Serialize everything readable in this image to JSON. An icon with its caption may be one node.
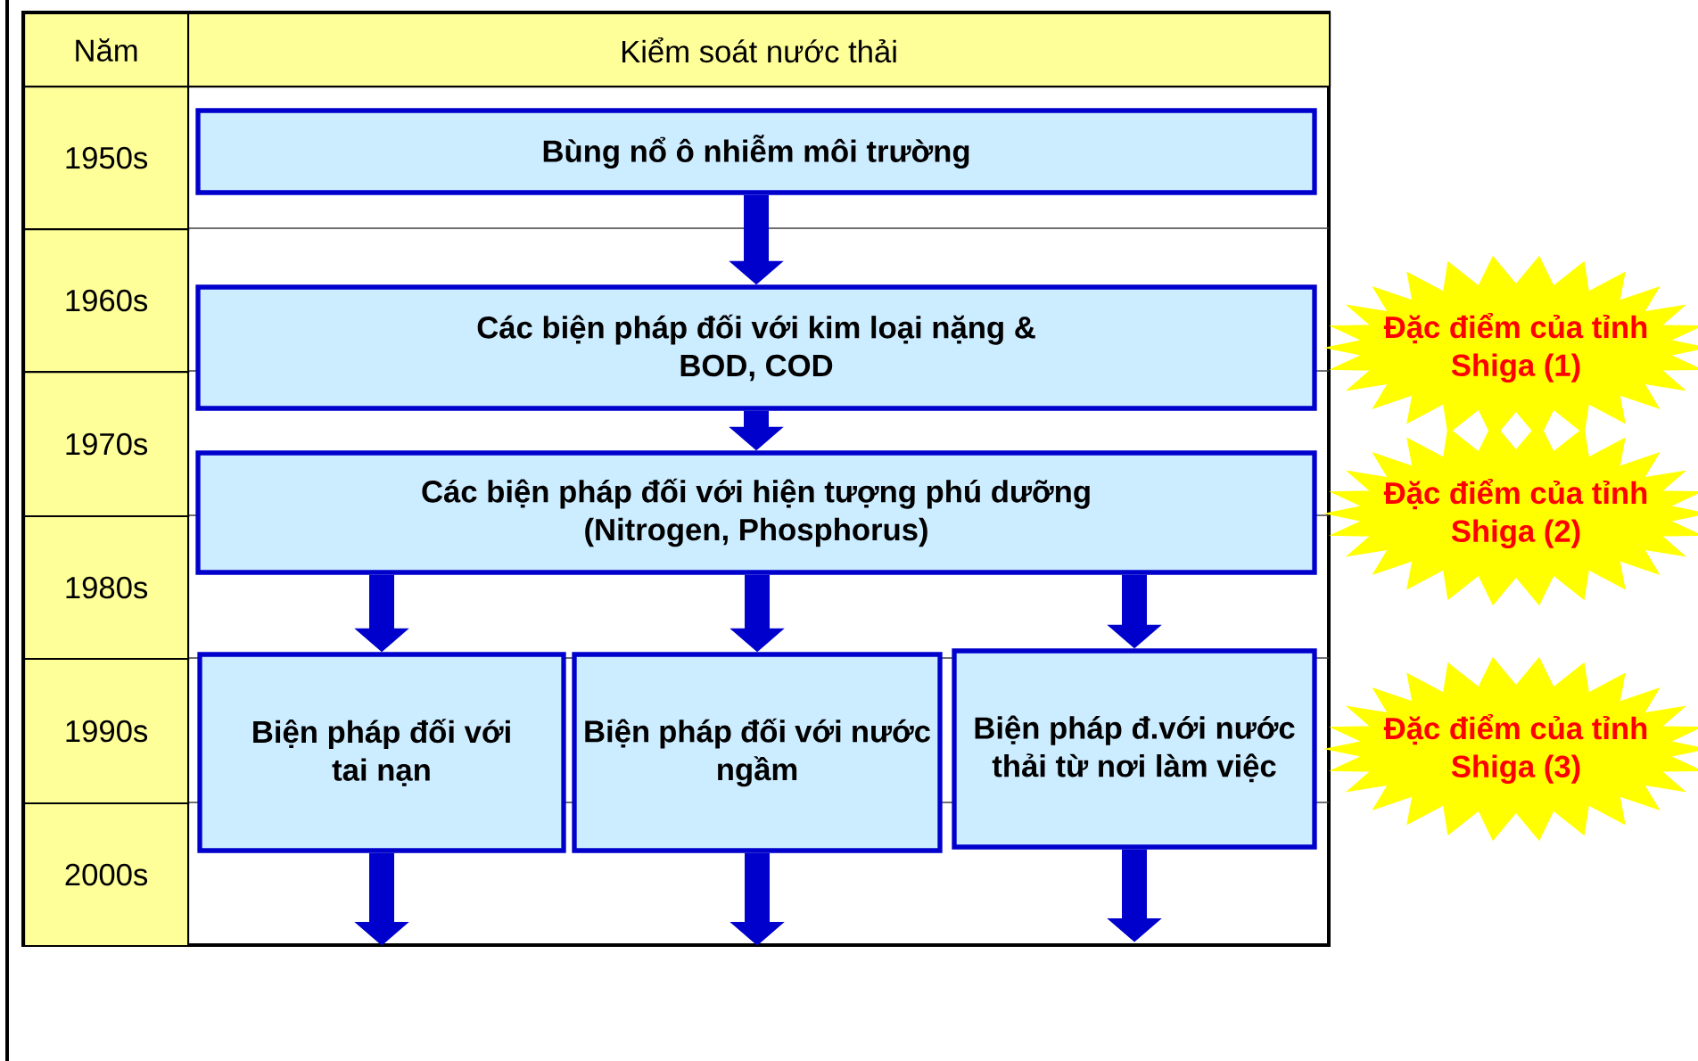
{
  "diagram": {
    "nodes": [
      {
        "text": [
          "Bùng nổ ô nhiễm môi trường"
        ]
      },
      {
        "text": [
          "Các biện pháp đối với kim loại nặng & BOD, COD"
        ]
      },
      {
        "text": [
          "Các biện pháp đối với hiện tượng phú dưỡng (Nitrogen, Phosphorus)"
        ]
      },
      {
        "text": [
          "Biện pháp đối với tai nạn"
        ]
      },
      {
        "text": [
          "Biện pháp đối với nước ngầm"
        ]
      },
      {
        "text": [
          "Biện pháp đ.với nước thải từ nơi làm việc"
        ]
      },
      {
        "text": [
          "Đặc điểm của tỉnh Shiga (1)"
        ]
      },
      {
        "text": [
          "Đặc điểm của tỉnh Shiga (2)"
        ]
      },
      {
        "text": [
          "Đặc điểm của tỉnh Shiga (3)"
        ]
      }
    ],
    "edges": [
      {
        "from": 0,
        "to": 1,
        "arrow": "to"
      },
      {
        "from": 1,
        "to": 2,
        "arrow": "to"
      },
      {
        "from": 2,
        "to": 3,
        "arrow": "to"
      },
      {
        "from": 2,
        "to": 4,
        "arrow": "to"
      },
      {
        "from": 2,
        "to": 5,
        "arrow": "to"
      },
      {
        "from": 3,
        "to": null,
        "arrow": "to"
      },
      {
        "from": 4,
        "to": null,
        "arrow": "to"
      },
      {
        "from": 5,
        "to": null,
        "arrow": "to"
      }
    ],
    "labels": [
      "Năm",
      "Kiểm soát nước thải",
      "1950s",
      "1960s",
      "1970s",
      "1980s",
      "1990s",
      "2000s"
    ]
  }
}
